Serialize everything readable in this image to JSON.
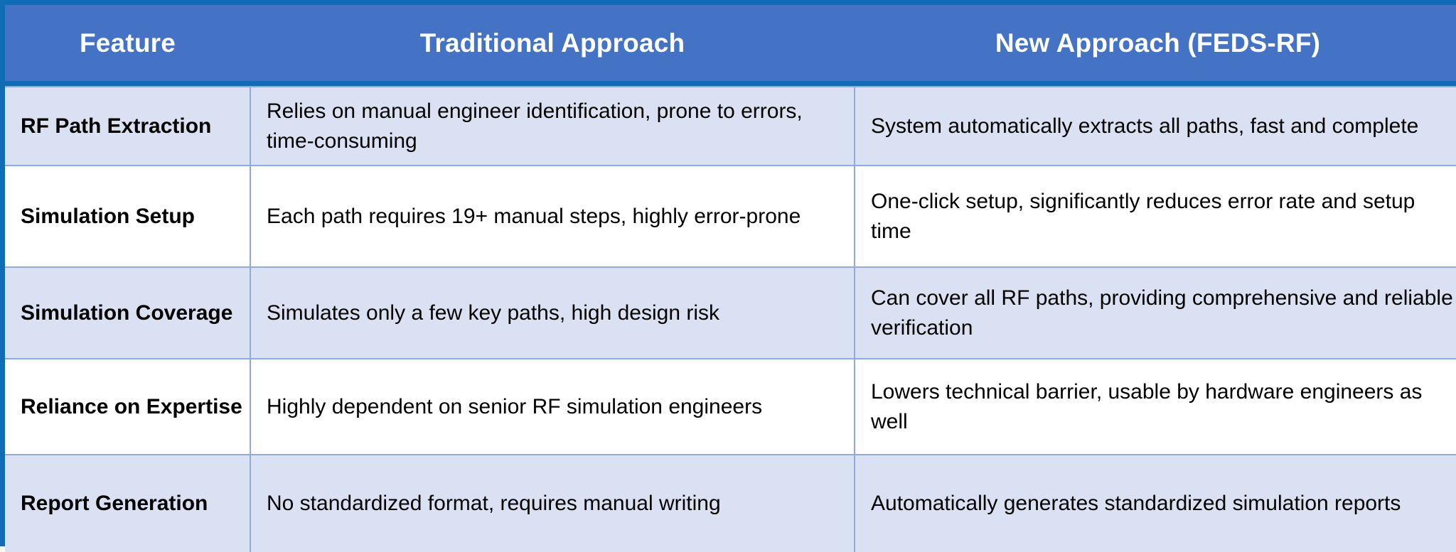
{
  "table": {
    "accent_colors": {
      "outer_border": "#0F6CB5",
      "header_fill": "#4472C4",
      "header_text": "#FFFFFF",
      "shaded_row_fill": "#D9E1F2",
      "plain_row_fill": "#FFFFFF",
      "cell_border": "#8FAADC",
      "body_text": "#000000"
    },
    "columns": [
      {
        "key": "feature",
        "label": "Feature"
      },
      {
        "key": "traditional",
        "label": "Traditional Approach"
      },
      {
        "key": "new",
        "label": "New Approach (FEDS-RF)"
      }
    ],
    "rows": [
      {
        "feature": "RF Path Extraction",
        "traditional": "Relies on manual engineer identification, prone to errors, time-consuming",
        "new": "System automatically extracts all paths, fast and complete"
      },
      {
        "feature": "Simulation Setup",
        "traditional": "Each path requires 19+ manual steps, highly error-prone",
        "new": "One-click setup, significantly reduces error rate and setup time"
      },
      {
        "feature": "Simulation Coverage",
        "traditional": "Simulates only a few key paths, high design risk",
        "new": "Can cover all RF paths, providing comprehensive and reliable verification"
      },
      {
        "feature": "Reliance on Expertise",
        "traditional": "Highly dependent on senior RF simulation engineers",
        "new": "Lowers technical barrier, usable by hardware engineers as well"
      },
      {
        "feature": "Report Generation",
        "traditional": "No standardized format, requires manual writing",
        "new": "Automatically generates standardized simulation reports"
      }
    ]
  }
}
